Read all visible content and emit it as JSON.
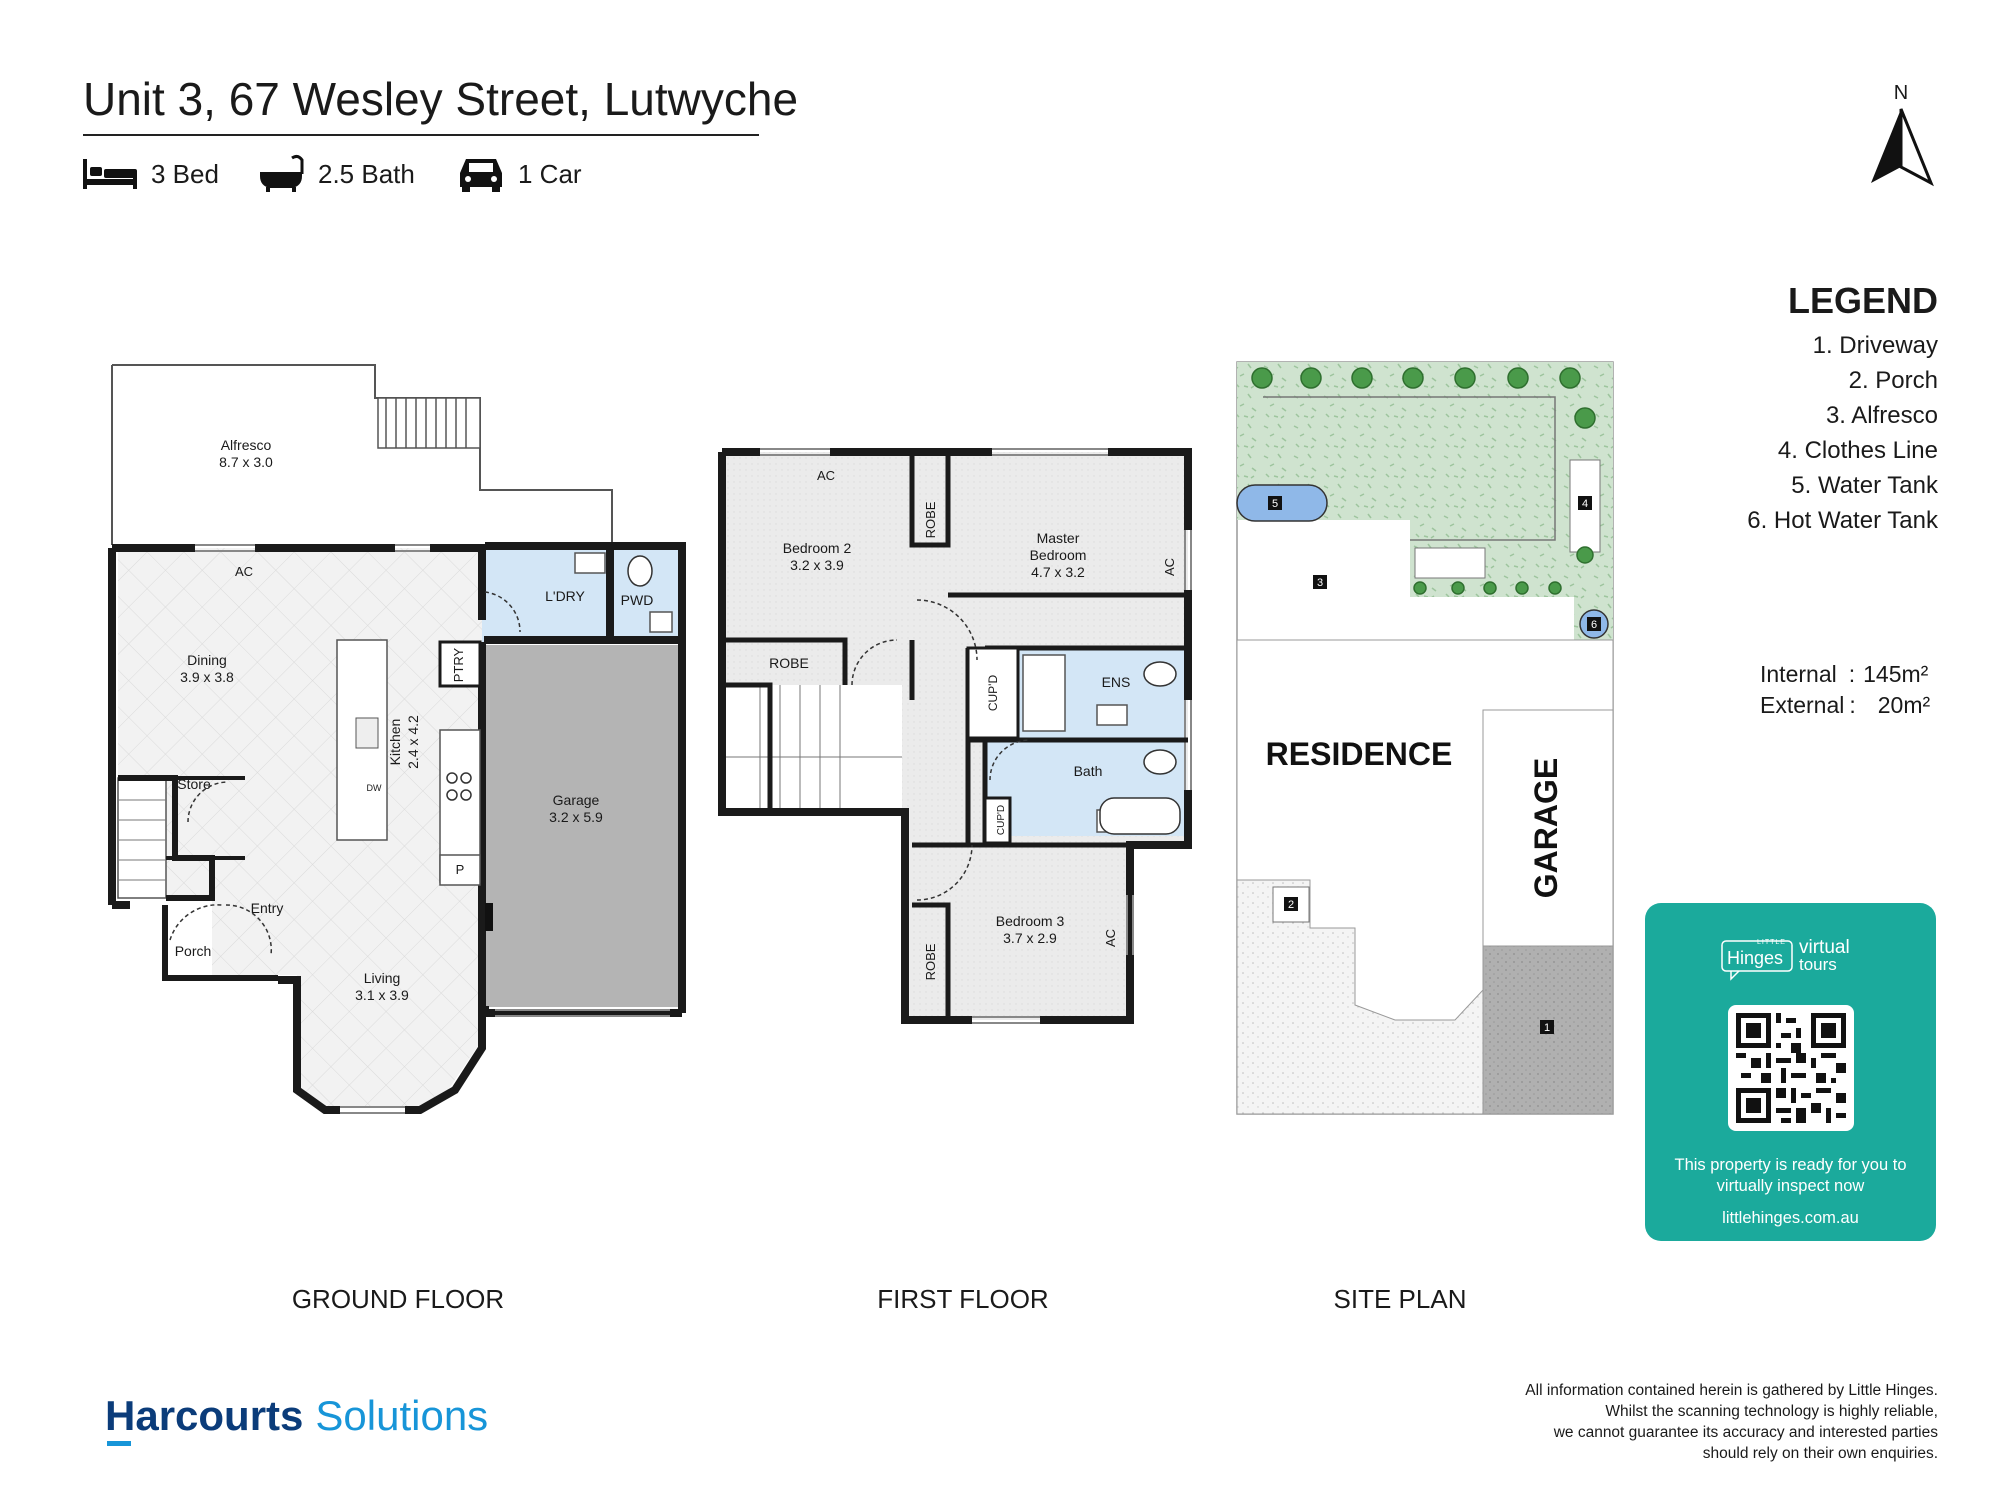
{
  "header": {
    "title": "Unit 3, 67 Wesley Street, Lutwyche",
    "features": [
      {
        "icon": "bed-icon",
        "label": "3 Bed"
      },
      {
        "icon": "bath-icon",
        "label": "2.5 Bath"
      },
      {
        "icon": "car-icon",
        "label": "1 Car"
      }
    ]
  },
  "north": {
    "letter": "N"
  },
  "legend": {
    "title": "LEGEND",
    "items": [
      "1. Driveway",
      "2. Porch",
      "3. Alfresco",
      "4. Clothes Line",
      "5. Water Tank",
      "6. Hot Water Tank"
    ]
  },
  "areas": {
    "internal_label": "Internal",
    "internal_value": "145m²",
    "external_label": "External",
    "external_value": "20m²"
  },
  "ground_floor": {
    "title": "GROUND FLOOR",
    "rooms": {
      "alfresco": {
        "name": "Alfresco",
        "dims": "8.7 x 3.0"
      },
      "dining": {
        "name": "Dining",
        "dims": "3.9 x 3.8"
      },
      "kitchen": {
        "name": "Kitchen",
        "dims": "2.4 x 4.2"
      },
      "garage": {
        "name": "Garage",
        "dims": "3.2 x 5.9"
      },
      "living": {
        "name": "Living",
        "dims": "3.1 x 3.9"
      },
      "laundry": "L'DRY",
      "powder": "PWD",
      "pantry": "PTRY",
      "store": "Store",
      "entry": "Entry",
      "porch": "Porch",
      "ac": "AC",
      "dw": "DW",
      "p": "P"
    }
  },
  "first_floor": {
    "title": "FIRST FLOOR",
    "rooms": {
      "bedroom2": {
        "name": "Bedroom 2",
        "dims": "3.2 x 3.9"
      },
      "master": {
        "name": "Master",
        "name2": "Bedroom",
        "dims": "4.7 x 3.2"
      },
      "bedroom3": {
        "name": "Bedroom 3",
        "dims": "3.7 x 2.9"
      },
      "robe": "ROBE",
      "ens": "ENS",
      "bath": "Bath",
      "cupd": "CUP'D",
      "ac": "AC"
    }
  },
  "site_plan": {
    "title": "SITE PLAN",
    "residence": "RESIDENCE",
    "garage": "GARAGE",
    "markers": [
      "1",
      "2",
      "3",
      "4",
      "5",
      "6"
    ]
  },
  "virtual_tour": {
    "logo_small": "LITTLE",
    "logo_main": "Hinges",
    "logo_tag1": "virtual",
    "logo_tag2": "tours",
    "message": "This property is ready for you to virtually inspect now",
    "url": "littlehinges.com.au"
  },
  "footer": {
    "brand_main": "Harcourts",
    "brand_sub": "Solutions",
    "disclaimer": [
      "All information contained herein is gathered by Little Hinges.",
      "Whilst the scanning technology is highly reliable,",
      "we cannot guarantee its accuracy and interested parties",
      "should rely on their own enquiries."
    ]
  }
}
